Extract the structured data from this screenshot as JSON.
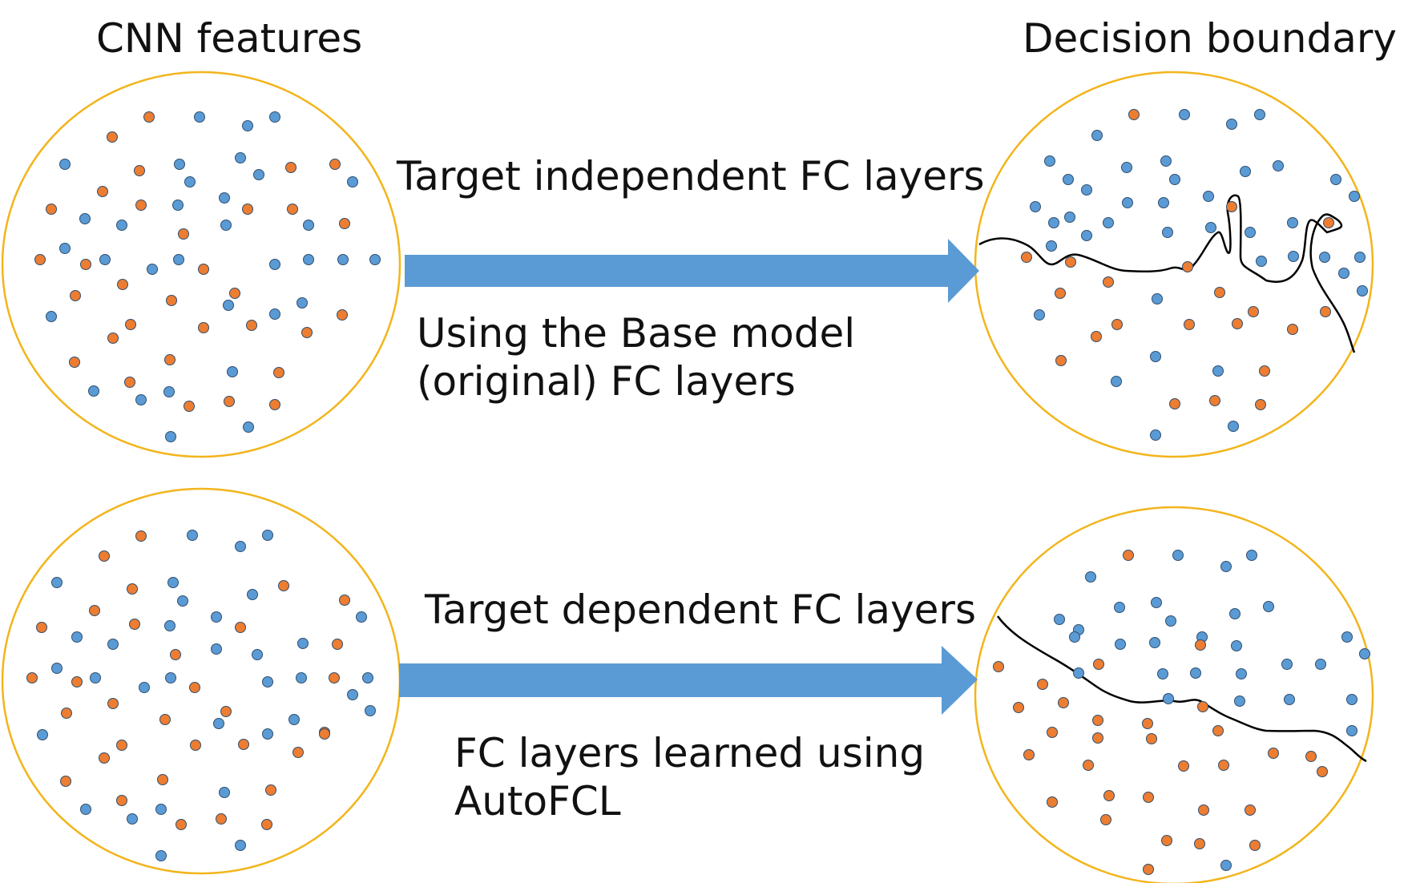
{
  "headings": {
    "left": "CNN features",
    "right": "Decision boundary"
  },
  "rows": [
    {
      "top_label": "Target independent FC layers",
      "bottom_line1": "Using the Base model",
      "bottom_line2": "(original) FC layers"
    },
    {
      "top_label": "Target dependent FC layers",
      "bottom_line1": "FC layers learned using",
      "bottom_line2": "AutoFCL"
    }
  ],
  "colors": {
    "circle_outline": "#F2B51C",
    "class_a": "#5B9BD5",
    "class_b": "#ED7D31",
    "point_stroke": "#2F4F6F",
    "arrow": "#5B9BD5",
    "boundary": "#000000"
  }
}
